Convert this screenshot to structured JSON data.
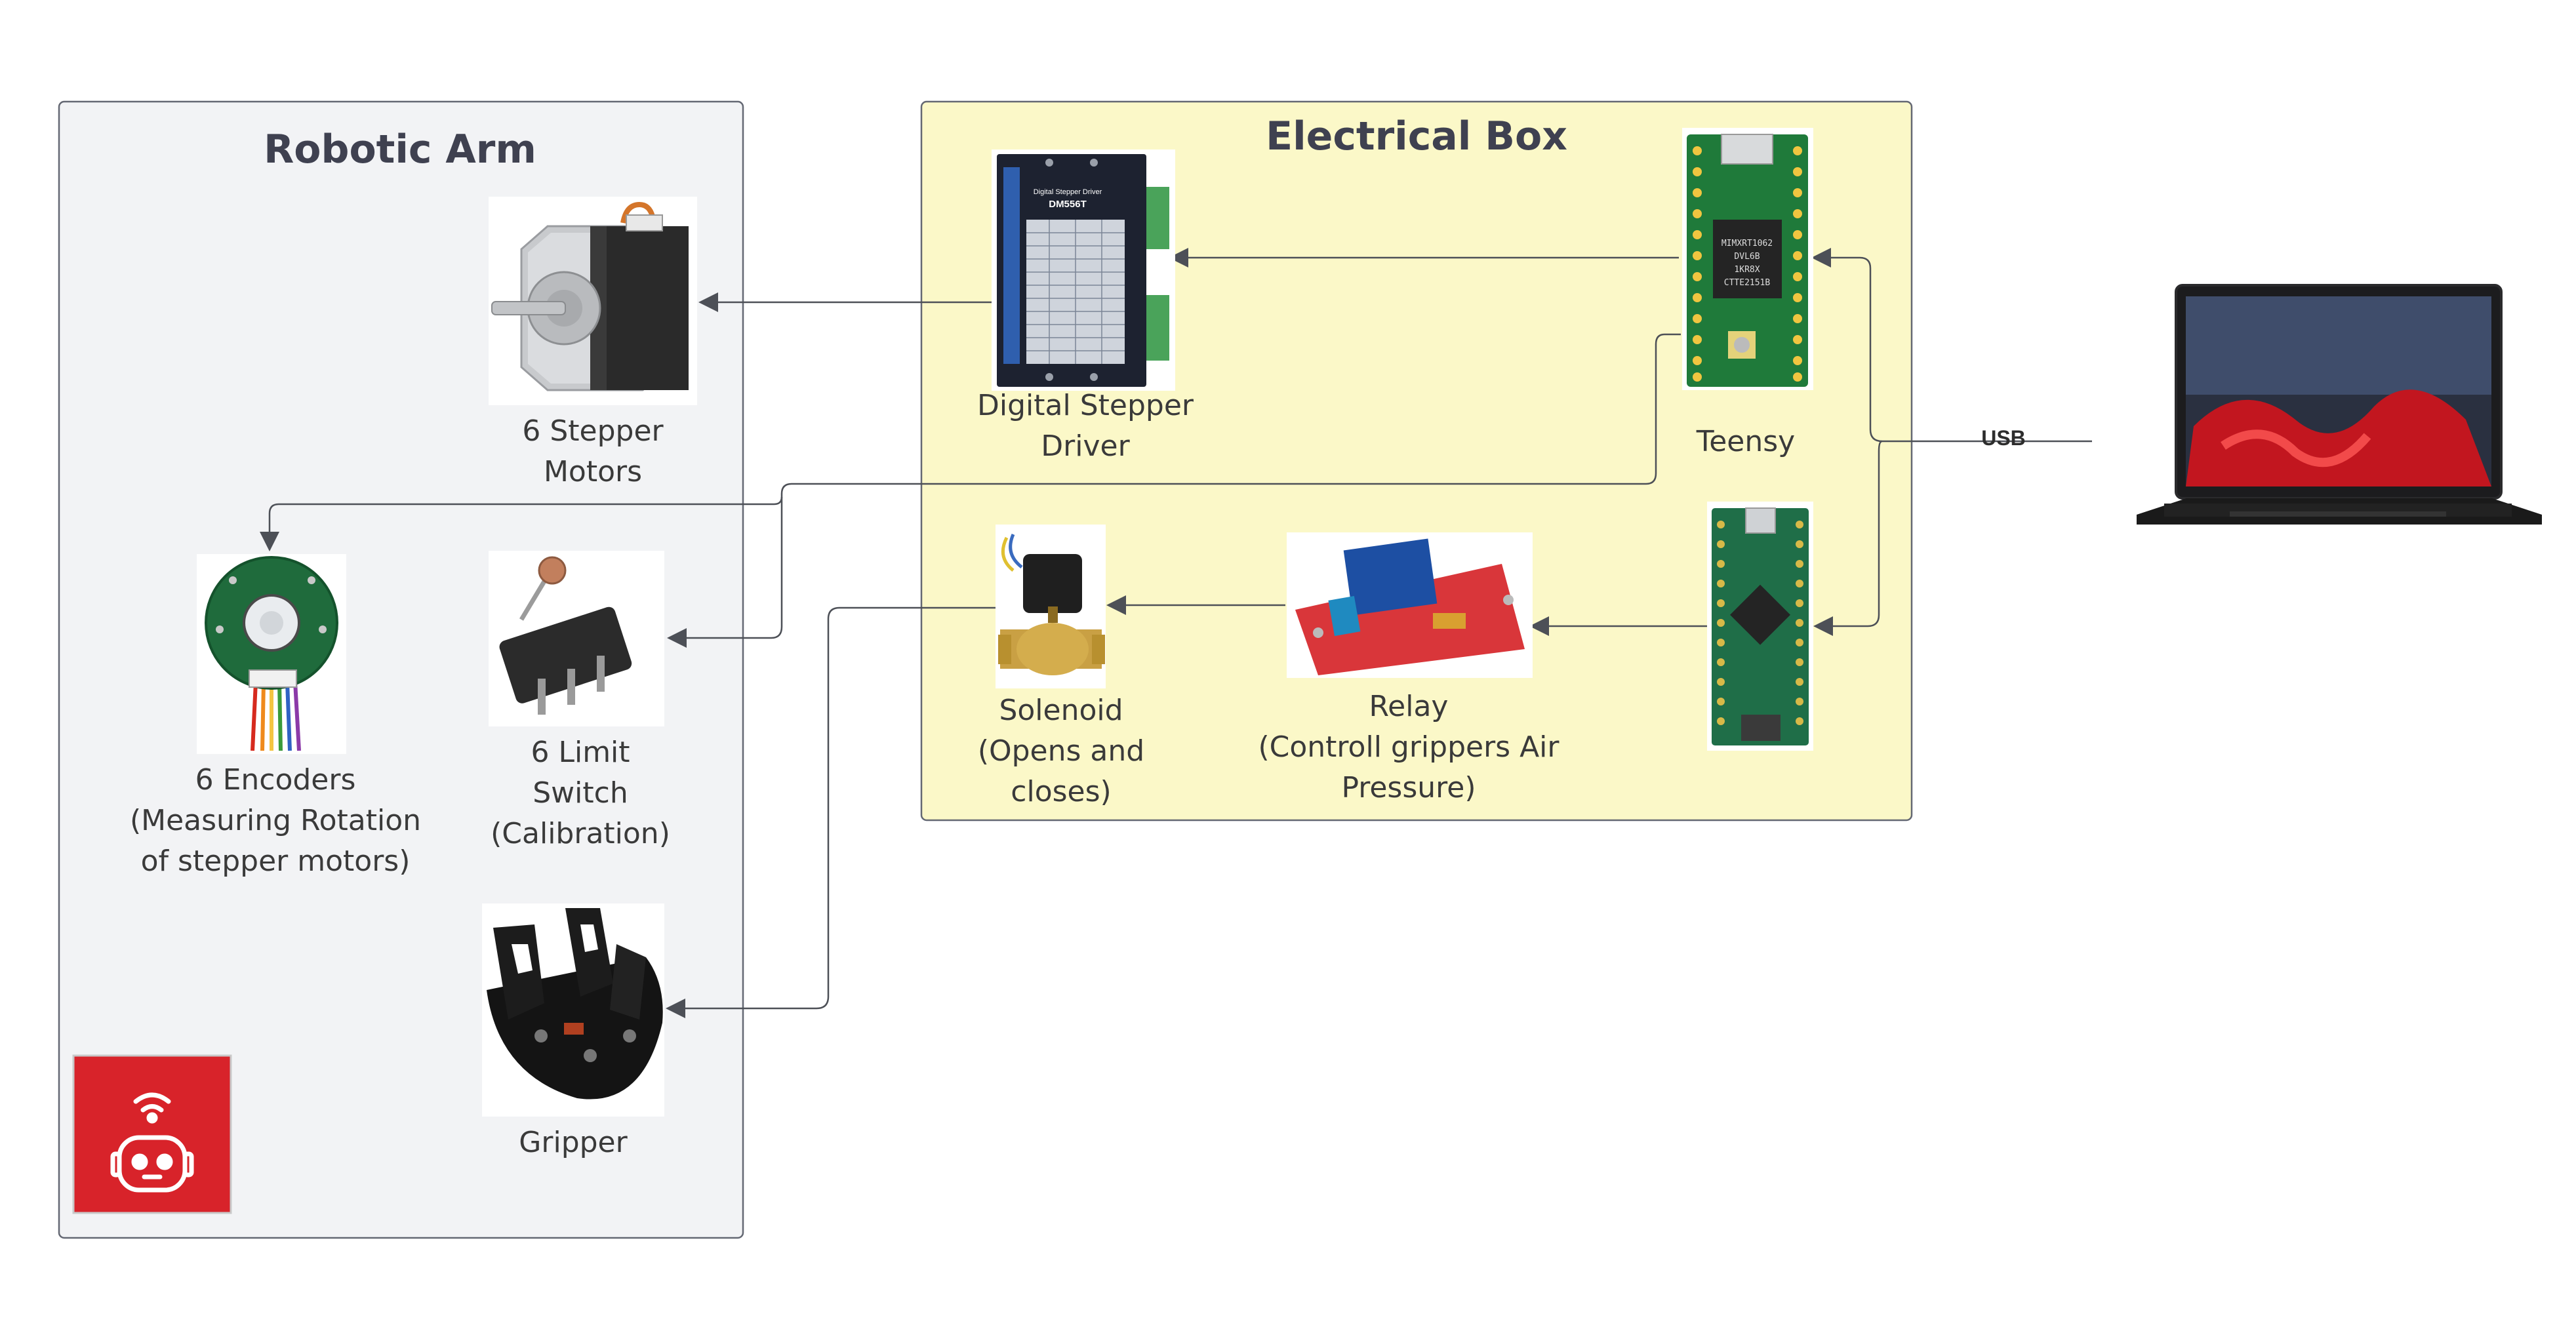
{
  "groups": {
    "robotic_arm": {
      "title": "Robotic Arm"
    },
    "electrical_box": {
      "title": "Electrical Box"
    }
  },
  "components": {
    "stepper_motors": {
      "lines": [
        "6 Stepper",
        "Motors"
      ]
    },
    "encoders": {
      "lines": [
        "6 Encoders",
        "(Measuring Rotation",
        "of stepper motors)"
      ]
    },
    "limit_switch": {
      "lines": [
        "6 Limit",
        "Switch",
        "(Calibration)"
      ]
    },
    "gripper": {
      "lines": [
        "Gripper"
      ]
    },
    "stepper_driver": {
      "lines": [
        "Digital Stepper",
        "Driver"
      ]
    },
    "teensy": {
      "lines": [
        "Teensy"
      ]
    },
    "solenoid": {
      "lines": [
        "Solenoid",
        "(Opens and",
        "closes)"
      ]
    },
    "relay": {
      "lines": [
        "Relay",
        "(Controll grippers Air",
        "Pressure)"
      ]
    }
  },
  "connections": {
    "usb_label": "USB"
  },
  "chip_text": {
    "driver_brand": "Digital Stepper Driver",
    "driver_model": "DM556T",
    "teensy_chip": [
      "MIMXRT1062",
      "DVL6B",
      "1KR8X",
      "CTTE2151B"
    ]
  },
  "colors": {
    "arm_fill": "#f2f3f5",
    "box_fill": "#fbf8c8",
    "outline": "#646873",
    "connector": "#4d5057",
    "logo_red": "#d8232a",
    "pcb_green": "#1f7a3a",
    "relay_red": "#d9363a"
  },
  "icons": {
    "logo": "robot-head-icon"
  }
}
